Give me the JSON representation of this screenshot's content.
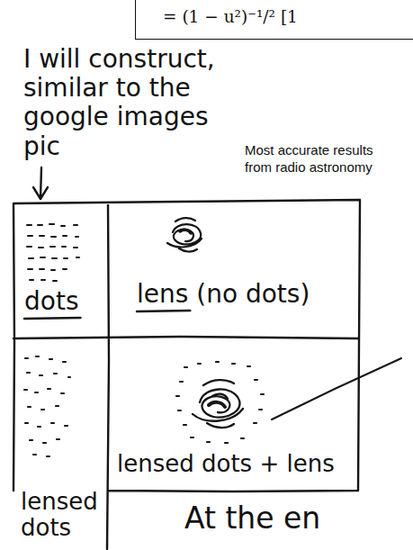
{
  "diagram": {
    "nodes": [
      {
        "text": [
          "= (1 − u²)⁻¹/² [1"
        ]
      },
      {
        "text": [
          "dots"
        ]
      },
      {
        "text": [
          "lens (no dots)"
        ]
      },
      {
        "text": [
          "lensed dots"
        ]
      },
      {
        "text": [
          "lensed dots + lens"
        ]
      }
    ],
    "labels": [
      "I will construct, similar to the google images pic",
      "Most accurate results from radio astronomy",
      "At the en"
    ]
  }
}
